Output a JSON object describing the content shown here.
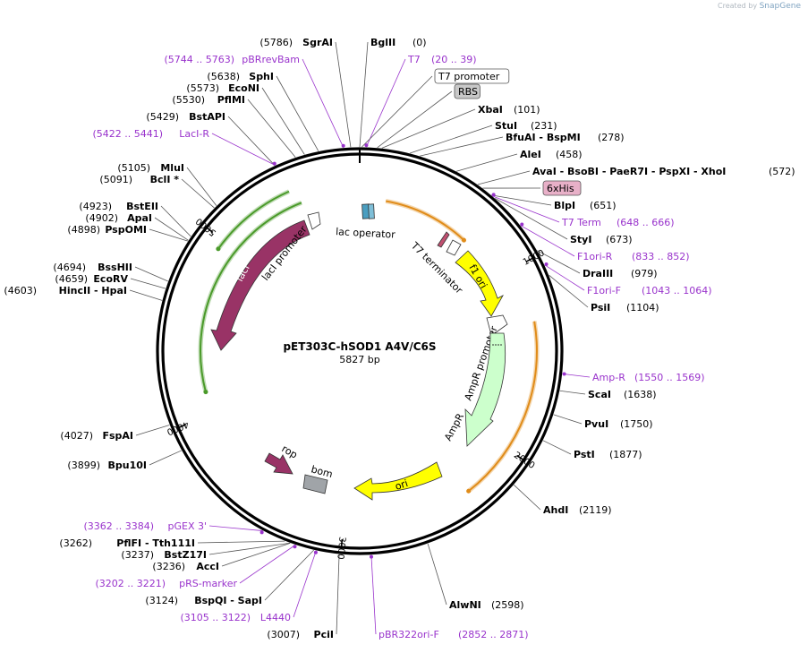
{
  "credit": {
    "prefix": "Created by",
    "brand": "SnapGene"
  },
  "plasmid": {
    "name": "pET303C-hSOD1 A4V/C6S",
    "length_label": "5827 bp",
    "length": 5827
  },
  "ticks": [
    {
      "pos": 1000,
      "label": "1000"
    },
    {
      "pos": 2000,
      "label": "2000"
    },
    {
      "pos": 3000,
      "label": "3000"
    },
    {
      "pos": 4000,
      "label": "4000"
    },
    {
      "pos": 5000,
      "label": "5000"
    }
  ],
  "right_labels": [
    {
      "kind": "site",
      "name": "BglII",
      "pos_text": "(0)",
      "pos": 0
    },
    {
      "kind": "primer",
      "name": "T7",
      "pos_text": "(20 .. 39)",
      "pos": 30
    },
    {
      "kind": "boxed",
      "name": "T7 promoter",
      "pos": 10,
      "color": "#ffffff"
    },
    {
      "kind": "boxed",
      "name": "RBS",
      "pos": 80,
      "color": "#c8c8c8"
    },
    {
      "kind": "site",
      "name": "XbaI",
      "pos_text": "(101)",
      "pos": 101
    },
    {
      "kind": "site",
      "name": "StuI",
      "pos_text": "(231)",
      "pos": 231
    },
    {
      "kind": "site",
      "name": "BfuAI - BspMI",
      "pos_text": "(278)",
      "pos": 278
    },
    {
      "kind": "site",
      "name": "AleI",
      "pos_text": "(458)",
      "pos": 458
    },
    {
      "kind": "site",
      "name": "AvaI - BsoBI - PaeR7I - PspXI - XhoI",
      "pos_text": "(572)",
      "pos": 572
    },
    {
      "kind": "boxed",
      "name": "6xHis",
      "pos": 600,
      "color": "#e8b0c8"
    },
    {
      "kind": "site",
      "name": "BlpI",
      "pos_text": "(651)",
      "pos": 651
    },
    {
      "kind": "primer",
      "name": "T7 Term",
      "pos_text": "(648 .. 666)",
      "pos": 657
    },
    {
      "kind": "site",
      "name": "StyI",
      "pos_text": "(673)",
      "pos": 673
    },
    {
      "kind": "primer",
      "name": "F1ori-R",
      "pos_text": "(833 .. 852)",
      "pos": 842
    },
    {
      "kind": "site",
      "name": "DraIII",
      "pos_text": "(979)",
      "pos": 979
    },
    {
      "kind": "primer",
      "name": "F1ori-F",
      "pos_text": "(1043 .. 1064)",
      "pos": 1053
    },
    {
      "kind": "site",
      "name": "PsiI",
      "pos_text": "(1104)",
      "pos": 1104
    },
    {
      "kind": "primer",
      "name": "Amp-R",
      "pos_text": "(1550 .. 1569)",
      "pos": 1560
    },
    {
      "kind": "site",
      "name": "ScaI",
      "pos_text": "(1638)",
      "pos": 1638
    },
    {
      "kind": "site",
      "name": "PvuI",
      "pos_text": "(1750)",
      "pos": 1750
    },
    {
      "kind": "site",
      "name": "PstI",
      "pos_text": "(1877)",
      "pos": 1877
    },
    {
      "kind": "site",
      "name": "AhdI",
      "pos_text": "(2119)",
      "pos": 2119
    },
    {
      "kind": "site",
      "name": "AlwNI",
      "pos_text": "(2598)",
      "pos": 2598
    },
    {
      "kind": "primer",
      "name": "pBR322ori-F",
      "pos_text": "(2852 .. 2871)",
      "pos": 2861
    }
  ],
  "left_labels": [
    {
      "kind": "site",
      "name": "SgrAI",
      "pos_text": "(5786)",
      "pos": 5786
    },
    {
      "kind": "primer",
      "name": "pBRrevBam",
      "pos_text": "(5744 .. 5763)",
      "pos": 5753
    },
    {
      "kind": "site",
      "name": "SphI",
      "pos_text": "(5638)",
      "pos": 5638
    },
    {
      "kind": "site",
      "name": "EcoNI",
      "pos_text": "(5573)",
      "pos": 5573
    },
    {
      "kind": "site",
      "name": "PflMI",
      "pos_text": "(5530)",
      "pos": 5530
    },
    {
      "kind": "site",
      "name": "BstAPI",
      "pos_text": "(5429)",
      "pos": 5429
    },
    {
      "kind": "primer",
      "name": "LacI-R",
      "pos_text": "(5422 .. 5441)",
      "pos": 5431
    },
    {
      "kind": "site",
      "name": "MluI",
      "pos_text": "(5105)",
      "pos": 5105
    },
    {
      "kind": "site",
      "name": "BclI *",
      "pos_text": "(5091)",
      "pos": 5091
    },
    {
      "kind": "site",
      "name": "BstEII",
      "pos_text": "(4923)",
      "pos": 4923
    },
    {
      "kind": "site",
      "name": "ApaI",
      "pos_text": "(4902)",
      "pos": 4902
    },
    {
      "kind": "site",
      "name": "PspOMI",
      "pos_text": "(4898)",
      "pos": 4898
    },
    {
      "kind": "site",
      "name": "BssHII",
      "pos_text": "(4694)",
      "pos": 4694
    },
    {
      "kind": "site",
      "name": "EcoRV",
      "pos_text": "(4659)",
      "pos": 4659
    },
    {
      "kind": "site",
      "name": "HincII - HpaI",
      "pos_text": "(4603)",
      "pos": 4603
    },
    {
      "kind": "site",
      "name": "FspAI",
      "pos_text": "(4027)",
      "pos": 4027
    },
    {
      "kind": "site",
      "name": "Bpu10I",
      "pos_text": "(3899)",
      "pos": 3899
    },
    {
      "kind": "primer",
      "name": "pGEX 3'",
      "pos_text": "(3362 .. 3384)",
      "pos": 3373
    },
    {
      "kind": "site",
      "name": "PflFI - Tth111I",
      "pos_text": "(3262)",
      "pos": 3262
    },
    {
      "kind": "site",
      "name": "BstZ17I",
      "pos_text": "(3237)",
      "pos": 3237
    },
    {
      "kind": "site",
      "name": "AccI",
      "pos_text": "(3236)",
      "pos": 3236
    },
    {
      "kind": "primer",
      "name": "pRS-marker",
      "pos_text": "(3202 .. 3221)",
      "pos": 3211
    },
    {
      "kind": "site",
      "name": "BspQI - SapI",
      "pos_text": "(3124)",
      "pos": 3124
    },
    {
      "kind": "primer",
      "name": "L4440",
      "pos_text": "(3105 .. 3122)",
      "pos": 3113
    },
    {
      "kind": "site",
      "name": "PciI",
      "pos_text": "(3007)",
      "pos": 3007
    }
  ],
  "features": [
    {
      "name": "lac operator",
      "type": "box",
      "color": "#4a9ec0"
    },
    {
      "name": "T7 terminator",
      "type": "box",
      "color": "#c05070"
    },
    {
      "name": "f1 ori",
      "type": "arrow",
      "color": "#ffff00"
    },
    {
      "name": "AmpR promoter",
      "type": "box",
      "color": "#ffffff"
    },
    {
      "name": "AmpR",
      "type": "arrow",
      "color": "#ccffcc"
    },
    {
      "name": "ori",
      "type": "arrow",
      "color": "#ffff00"
    },
    {
      "name": "bom",
      "type": "box",
      "color": "#a0a4a8"
    },
    {
      "name": "rop",
      "type": "arrow",
      "color": "#993366"
    },
    {
      "name": "lacI",
      "type": "arrow",
      "color": "#993366"
    },
    {
      "name": "lacI promoter",
      "type": "box",
      "color": "#ffffff"
    }
  ],
  "orfs": [
    {
      "name": "orf-1",
      "color": "#e08c1a"
    },
    {
      "name": "orf-2",
      "color": "#e08c1a"
    },
    {
      "name": "orf-3",
      "color": "#4a9a2a"
    },
    {
      "name": "orf-4",
      "color": "#4a9a2a"
    }
  ]
}
